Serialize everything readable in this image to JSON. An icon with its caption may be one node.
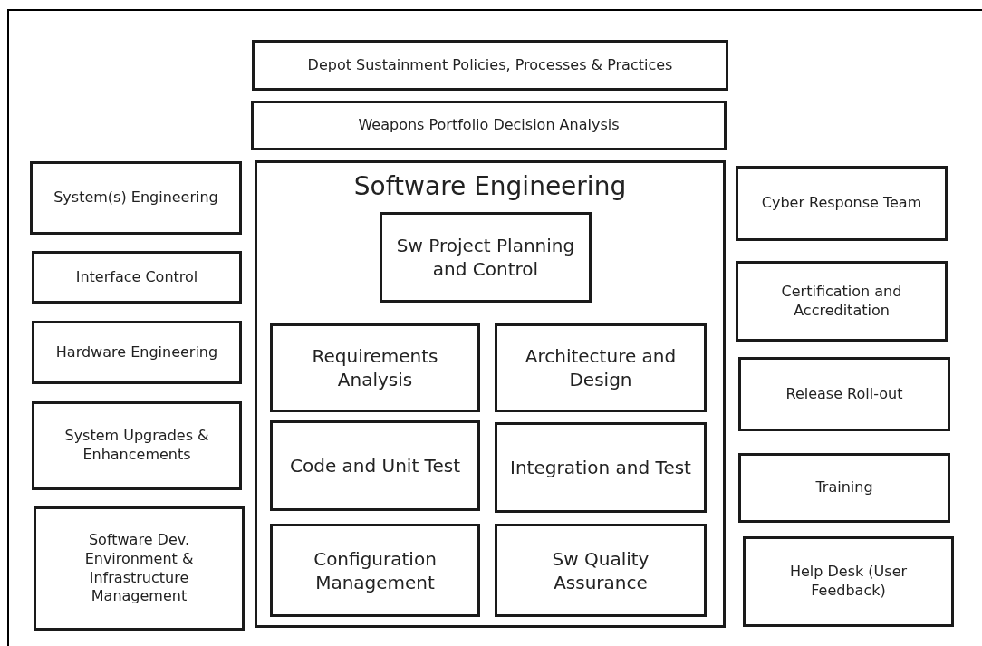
{
  "diagram": {
    "nodes": [
      {
        "text": [
          "Depot Sustainment Policies, Processes & Practices"
        ]
      },
      {
        "text": [
          "Weapons Portfolio Decision Analysis"
        ]
      },
      {
        "text": [
          "System(s) Engineering"
        ]
      },
      {
        "text": [
          "Interface Control"
        ]
      },
      {
        "text": [
          "Hardware Engineering"
        ]
      },
      {
        "text": [
          "System Upgrades & Enhancements"
        ]
      },
      {
        "text": [
          "Software Dev. Environment & Infrastructure Management"
        ]
      },
      {
        "text": [
          "Software Engineering"
        ]
      },
      {
        "text": [
          "Sw Project Planning and Control"
        ],
        "in": 7
      },
      {
        "text": [
          "Requirements Analysis"
        ],
        "in": 7
      },
      {
        "text": [
          "Architecture and Design"
        ],
        "in": 7
      },
      {
        "text": [
          "Code and Unit Test"
        ],
        "in": 7
      },
      {
        "text": [
          "Integration and Test"
        ],
        "in": 7
      },
      {
        "text": [
          "Configuration Management"
        ],
        "in": 7
      },
      {
        "text": [
          "Sw Quality Assurance"
        ],
        "in": 7
      },
      {
        "text": [
          "Cyber Response Team"
        ]
      },
      {
        "text": [
          "Certification and Accreditation"
        ]
      },
      {
        "text": [
          "Release Roll-out"
        ]
      },
      {
        "text": [
          "Training"
        ]
      },
      {
        "text": [
          "Help Desk (User Feedback)"
        ]
      }
    ],
    "edges": []
  }
}
